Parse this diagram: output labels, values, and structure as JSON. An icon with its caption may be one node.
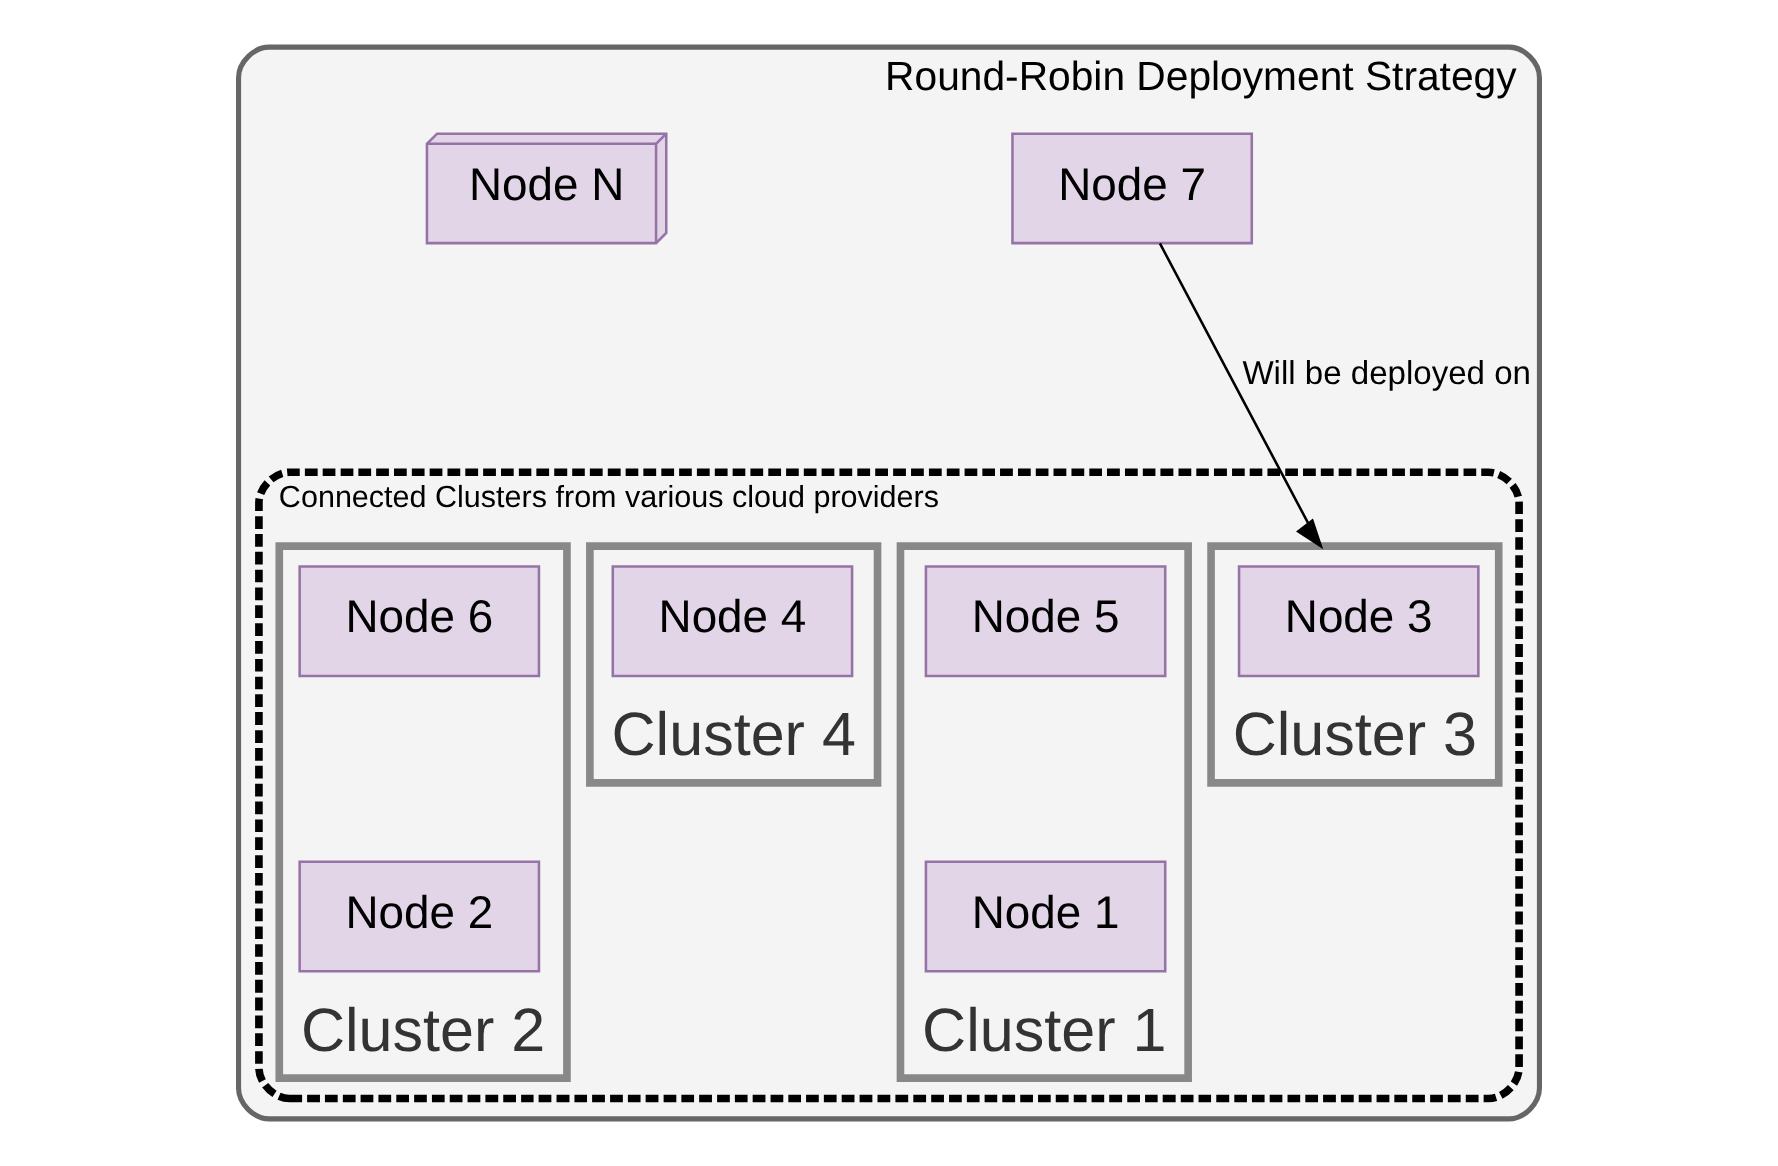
{
  "diagram": {
    "nodes": [
      {
        "text": [
          "Round-Robin Deployment Strategy"
        ]
      },
      {
        "text": [
          "Node 7"
        ],
        "in": 0
      },
      {
        "text": [
          "Node N"
        ],
        "in": 0
      },
      {
        "text": [
          "Connected Clusters from various cloud providers"
        ],
        "in": 0
      },
      {
        "text": [
          "Cluster 1"
        ],
        "in": 3
      },
      {
        "text": [
          "Node 5"
        ],
        "in": 4
      },
      {
        "text": [
          "Node 1"
        ],
        "in": 4
      },
      {
        "text": [
          "Cluster 2"
        ],
        "in": 3
      },
      {
        "text": [
          "Node 6"
        ],
        "in": 7
      },
      {
        "text": [
          "Node 2"
        ],
        "in": 7
      },
      {
        "text": [
          "Cluster 3"
        ],
        "in": 3
      },
      {
        "text": [
          "Node 3"
        ],
        "in": 10
      },
      {
        "text": [
          "Cluster 4"
        ],
        "in": 3
      },
      {
        "text": [
          "Node 4"
        ],
        "in": 12
      }
    ],
    "edges": [
      {
        "from": 1,
        "to": 10,
        "arrow": "to",
        "label": "Will be deployed on"
      }
    ]
  }
}
